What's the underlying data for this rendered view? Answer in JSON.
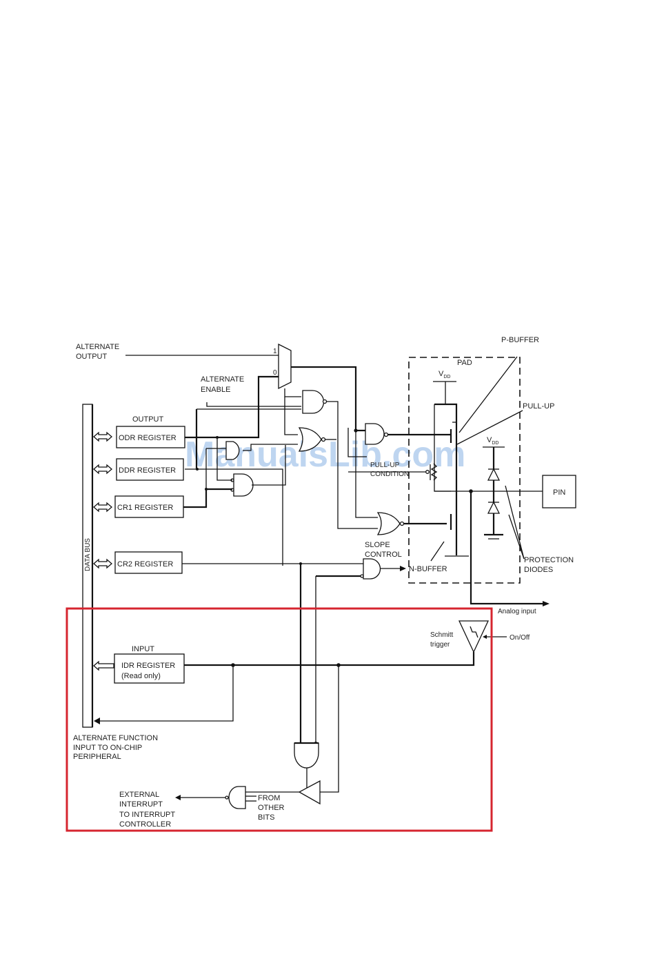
{
  "diagram": {
    "watermark": "ManualsLib.com",
    "highlight_color": "#d6252f",
    "labels": {
      "alternate_output": [
        "ALTERNATE",
        "OUTPUT"
      ],
      "alternate_enable": [
        "ALTERNATE",
        "ENABLE"
      ],
      "mux_in_1": "1",
      "mux_in_0": "0",
      "output_group": "OUTPUT",
      "input_group": "INPUT",
      "data_bus": "DATA BUS",
      "p_buffer": "P-BUFFER",
      "pad": "PAD",
      "vdd_main": "V",
      "vdd_sub": "DD",
      "pull_up": "PULL-UP",
      "pull_up_condition": [
        "PULL-UP",
        "CONDITION"
      ],
      "pin": "PIN",
      "protection_diodes": [
        "PROTECTION",
        "DIODES"
      ],
      "slope_control": [
        "SLOPE",
        "CONTROL"
      ],
      "n_buffer": "N-BUFFER",
      "analog_input": "Analog input",
      "schmitt_trigger": [
        "Schmitt",
        "trigger"
      ],
      "on_off": "On/Off",
      "alternate_function_input": [
        "ALTERNATE FUNCTION",
        "INPUT TO ON-CHIP",
        "PERIPHERAL"
      ],
      "external_interrupt": [
        "EXTERNAL",
        "INTERRUPT",
        "TO INTERRUPT",
        "CONTROLLER"
      ],
      "from_other_bits": [
        "FROM",
        "OTHER",
        "BITS"
      ]
    },
    "registers": {
      "odr": "ODR REGISTER",
      "ddr": "DDR REGISTER",
      "cr1": "CR1 REGISTER",
      "cr2": "CR2 REGISTER",
      "idr": [
        "IDR REGISTER",
        "(Read only)"
      ]
    }
  }
}
